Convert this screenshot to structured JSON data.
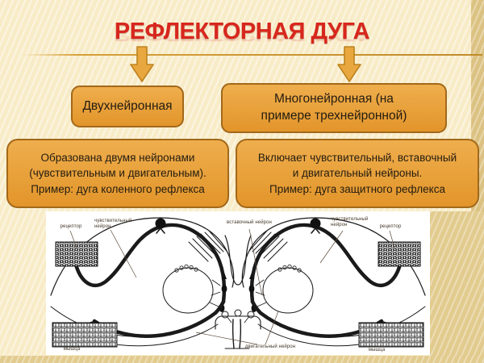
{
  "slide": {
    "title": "РЕФЛЕКТОРНАЯ ДУГА",
    "colors": {
      "title_red": "#D7271D",
      "box_orange": "#E89B2E",
      "box_border_brown": "#A2681A",
      "background_cream": "#F8ECC8",
      "accent_tan": "#E2CB8E",
      "divider_gold": "#D6A03A"
    }
  },
  "branches": [
    {
      "title_lines": [
        "Двухнейронная"
      ],
      "desc_lines": [
        "Образована двумя нейронами",
        "(чувствительным и двигательным).",
        "Пример: дуга коленного рефлекса"
      ]
    },
    {
      "title_lines": [
        "Многонейронная (на",
        "примере трехнейронной)"
      ],
      "desc_lines": [
        "Включает чувствительный, вставочный",
        "и двигательный нейроны.",
        "Пример: дуга защитного рефлекса"
      ]
    }
  ],
  "diagram": {
    "labels": {
      "receptor_left": "рецептор",
      "sensory_left": "чувствительный нейрон",
      "interneuron": "вставочный нейрон",
      "sensory_right": "чувствительный нейрон",
      "receptor_right": "рецептор",
      "motor": "двигательный нейрон",
      "muscle_left": "мышца",
      "muscle_right": "мышца"
    }
  }
}
